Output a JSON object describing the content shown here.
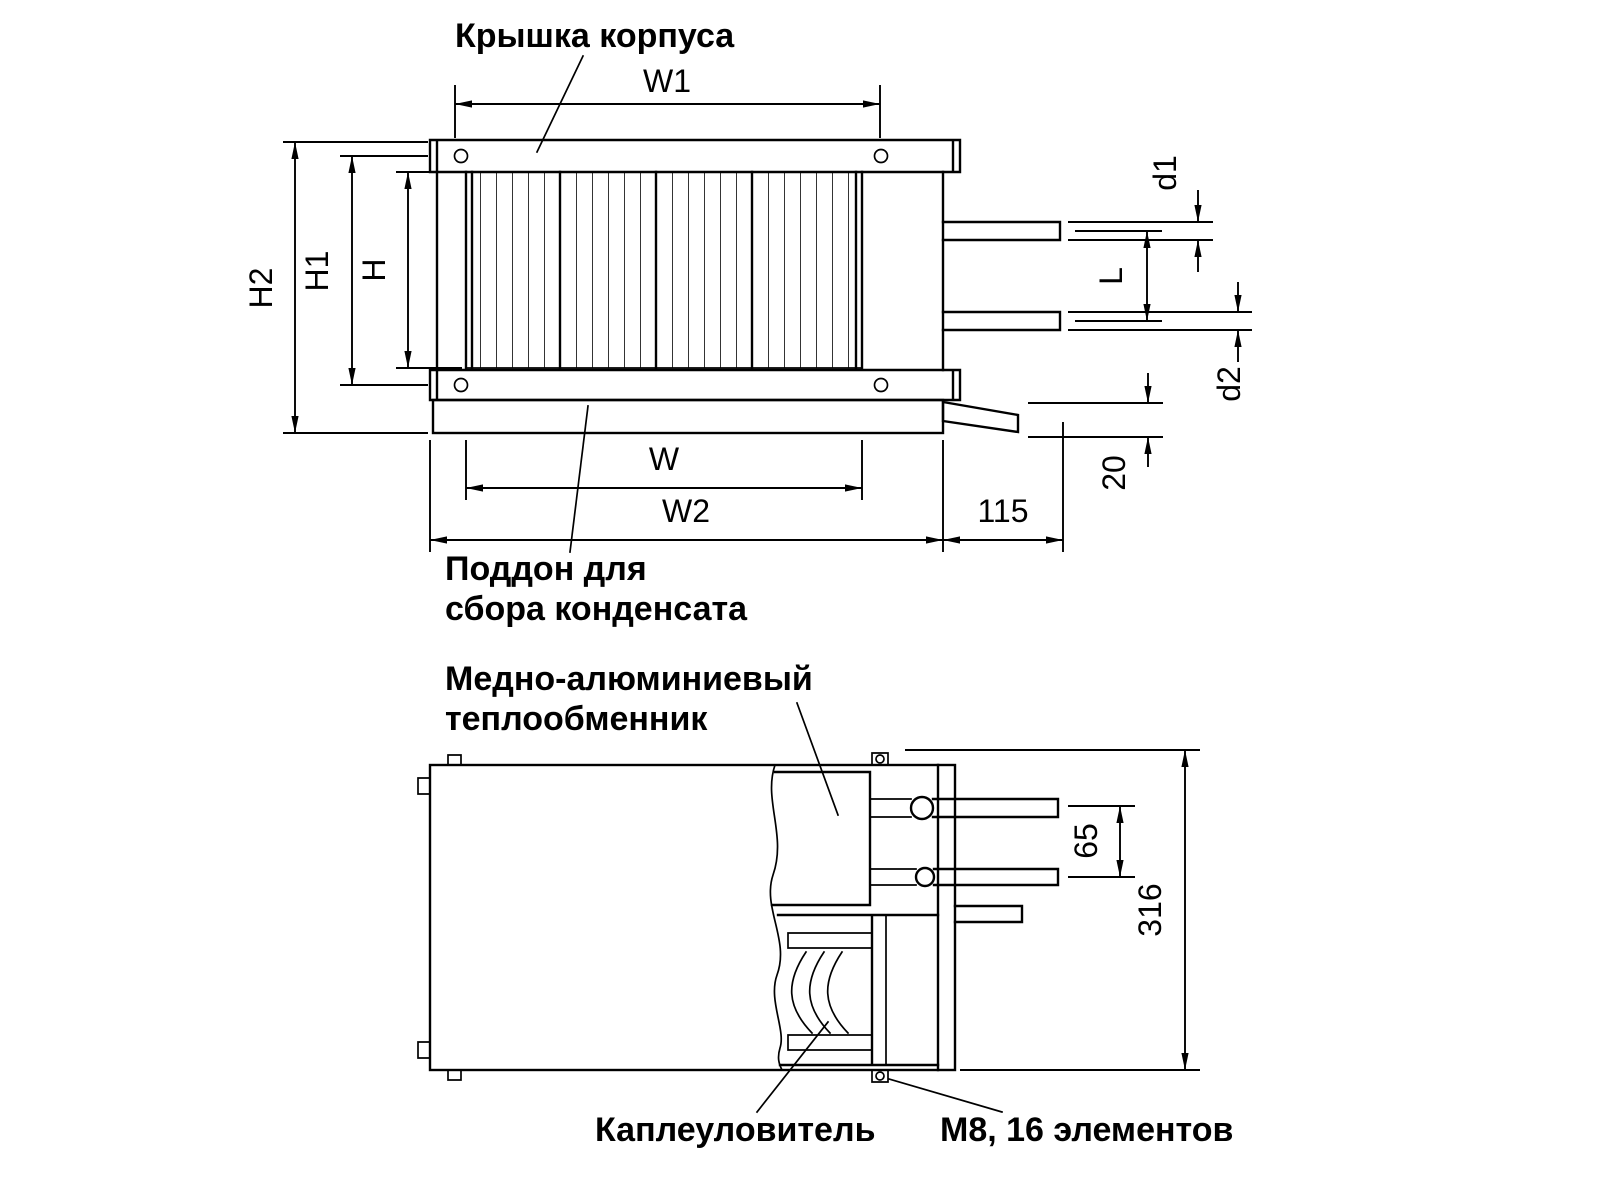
{
  "front_view": {
    "cover_label": "Крышка корпуса",
    "tray_label_line1": "Поддон для",
    "tray_label_line2": "сбора конденсата",
    "dim_w1": "W1",
    "dim_w": "W",
    "dim_w2": "W2",
    "dim_h": "H",
    "dim_h1": "H1",
    "dim_h2": "H2",
    "dim_d1": "d1",
    "dim_d2": "d2",
    "dim_l": "L",
    "dim_115": "115",
    "dim_20": "20"
  },
  "top_view": {
    "hx_label_line1": "Медно-алюминиевый",
    "hx_label_line2": "теплообменник",
    "eliminator_label": "Каплеуловитель",
    "bolts_label": "М8, 16 элементов",
    "dim_65": "65",
    "dim_316": "316"
  },
  "colors": {
    "line": "#000000",
    "background": "#ffffff"
  }
}
